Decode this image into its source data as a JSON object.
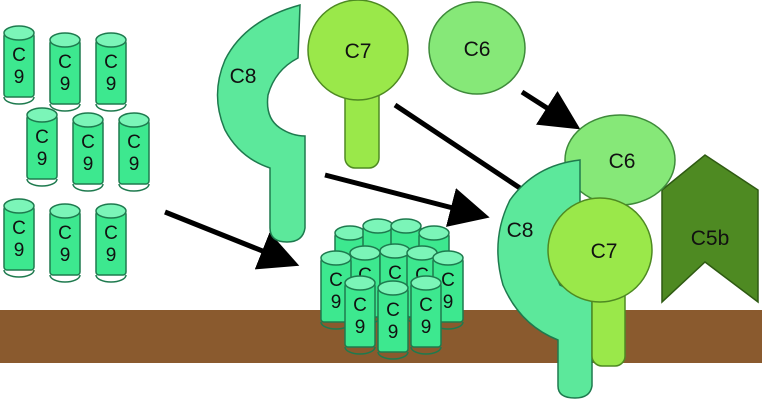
{
  "colors": {
    "c9_fill": "#3DE88F",
    "c9_top": "#7BF5B8",
    "c9_stroke": "#1E7A4E",
    "c8_fill": "#5CE89B",
    "c7_fill": "#9AE84A",
    "c6_fill": "#86E878",
    "c5b_fill": "#4E8A22",
    "membrane": "#8A5A2E",
    "arrow": "#000000"
  },
  "labels": {
    "c9_top": "C",
    "c9_bottom": "9",
    "c8": "C8",
    "c7": "C7",
    "c6": "C6",
    "c5b": "C5b"
  }
}
